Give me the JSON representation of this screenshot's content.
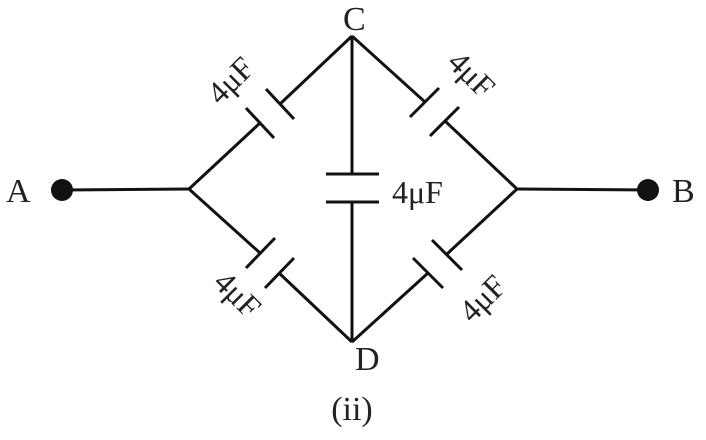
{
  "nodes": {
    "a": "A",
    "b": "B",
    "c": "C",
    "d": "D"
  },
  "capacitors": {
    "ac": "4μF",
    "cb": "4μF",
    "ad": "4μF",
    "db": "4μF",
    "cd": "4μF"
  },
  "caption": "(ii)",
  "colors": {
    "wire": "#111111",
    "text": "#222222"
  }
}
